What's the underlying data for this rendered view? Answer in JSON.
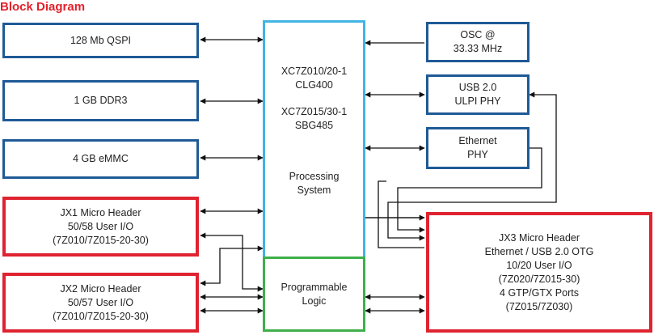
{
  "title": "Block Diagram",
  "colors": {
    "title": "#e0212b",
    "memory_border": "#1f5a96",
    "header_border": "#df2330",
    "ps_border": "#42b4e3",
    "pl_border": "#3eb04b",
    "arrows": "#111111"
  },
  "left_blocks": {
    "qspi": "128 Mb QSPI",
    "ddr3": "1 GB DDR3",
    "emmc": "4 GB eMMC",
    "jx1": [
      "JX1 Micro Header",
      "50/58 User I/O",
      "(7Z010/7Z015-20-30)"
    ],
    "jx2": [
      "JX2 Micro Header",
      "50/57 User I/O",
      "(7Z010/7Z015-20-30)"
    ]
  },
  "processing_system": {
    "lines_a": [
      "XC7Z010/20-1",
      "CLG400"
    ],
    "lines_b": [
      "XC7Z015/30-1",
      "SBG485"
    ],
    "lines_c": [
      "Processing",
      "System"
    ]
  },
  "programmable_logic": [
    "Programmable",
    "Logic"
  ],
  "right_blocks": {
    "osc": [
      "OSC @",
      "33.33 MHz"
    ],
    "usb": [
      "USB 2.0",
      "ULPI PHY"
    ],
    "ethernet": [
      "Ethernet",
      "PHY"
    ],
    "jx3": [
      "JX3 Micro Header",
      "Ethernet / USB 2.0 OTG",
      "10/20 User I/O",
      "(7Z020/7Z015-30)",
      "4 GTP/GTX Ports",
      "(7Z015/7Z030)"
    ]
  }
}
